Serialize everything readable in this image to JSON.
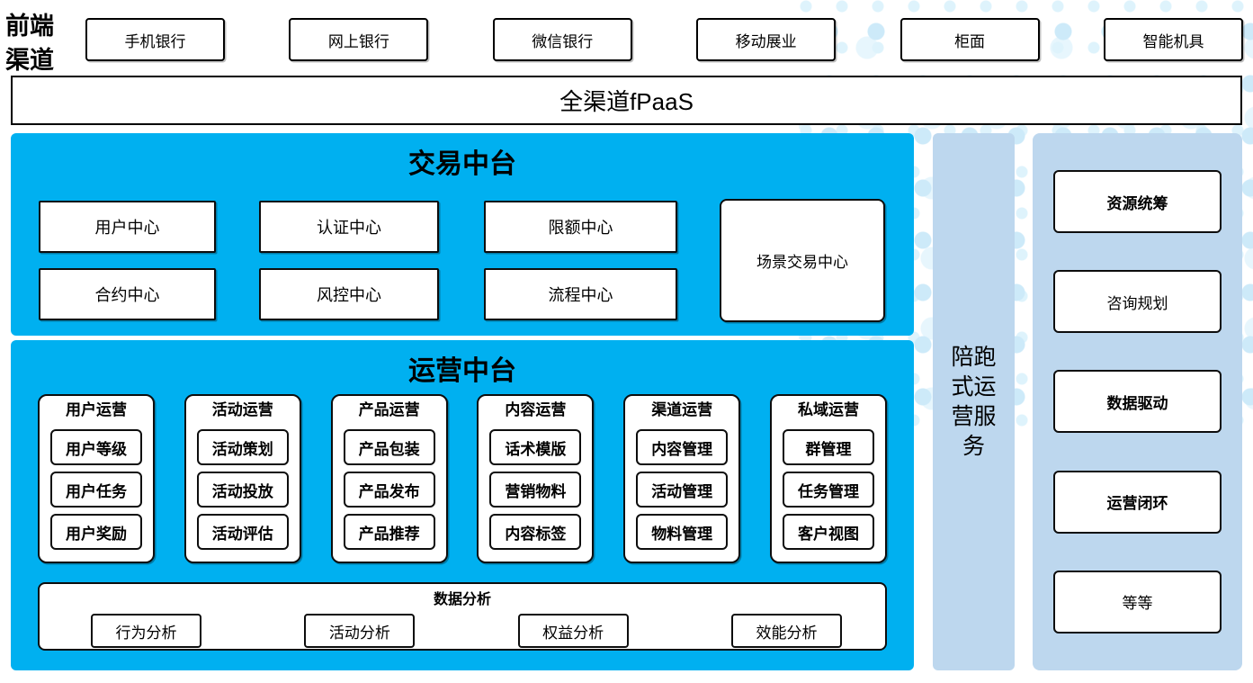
{
  "front_channels": {
    "label": "前端渠道",
    "items": [
      "手机银行",
      "网上银行",
      "微信银行",
      "移动展业",
      "柜面",
      "智能机具"
    ]
  },
  "fpaas": {
    "label": "全渠道fPaaS"
  },
  "trade_platform": {
    "title": "交易中台",
    "centers": [
      "用户中心",
      "认证中心",
      "限额中心",
      "合约中心",
      "风控中心",
      "流程中心"
    ],
    "scene_center": "场景交易中心"
  },
  "operation_platform": {
    "title": "运营中台",
    "groups": [
      {
        "title": "用户运营",
        "items": [
          "用户等级",
          "用户任务",
          "用户奖励"
        ]
      },
      {
        "title": "活动运营",
        "items": [
          "活动策划",
          "活动投放",
          "活动评估"
        ]
      },
      {
        "title": "产品运营",
        "items": [
          "产品包装",
          "产品发布",
          "产品推荐"
        ]
      },
      {
        "title": "内容运营",
        "items": [
          "话术模版",
          "营销物料",
          "内容标签"
        ]
      },
      {
        "title": "渠道运营",
        "items": [
          "内容管理",
          "活动管理",
          "物料管理"
        ]
      },
      {
        "title": "私域运营",
        "items": [
          "群管理",
          "任务管理",
          "客户视图"
        ]
      }
    ],
    "data_analysis": {
      "title": "数据分析",
      "items": [
        "行为分析",
        "活动分析",
        "权益分析",
        "效能分析"
      ]
    }
  },
  "companion_strip": {
    "label": "陪跑式运营服务"
  },
  "service_panel": {
    "items": [
      "资源统筹",
      "咨询规划",
      "数据驱动",
      "运营闭环",
      "等等"
    ]
  },
  "colors": {
    "accent_blue": "#00b0f0",
    "light_blue": "#bdd7ee",
    "dot_blue": "#cdeaf9",
    "border": "#0d0d0d"
  }
}
